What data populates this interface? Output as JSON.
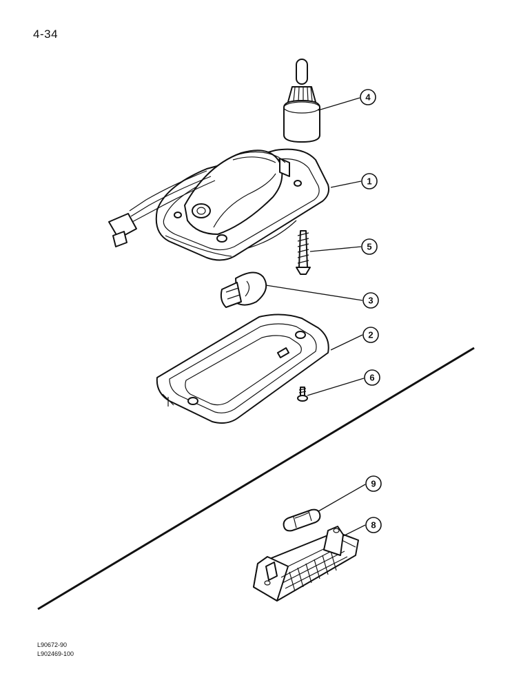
{
  "page": {
    "number": "4-34"
  },
  "reference_codes": [
    "L90672-90",
    "L902469-100"
  ],
  "callouts": [
    {
      "id": "callout-1",
      "label": "1"
    },
    {
      "id": "callout-2",
      "label": "2"
    },
    {
      "id": "callout-3",
      "label": "3"
    },
    {
      "id": "callout-4",
      "label": "4"
    },
    {
      "id": "callout-5",
      "label": "5"
    },
    {
      "id": "callout-6",
      "label": "6"
    },
    {
      "id": "callout-8",
      "label": "8"
    },
    {
      "id": "callout-9",
      "label": "9"
    }
  ]
}
